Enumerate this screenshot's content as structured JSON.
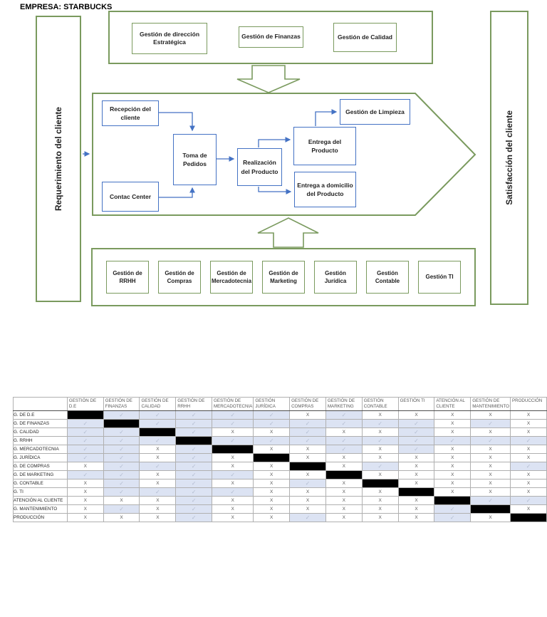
{
  "page": {
    "title": "EMPRESA: STARBUCKS"
  },
  "colors": {
    "shape_green": "#7a9a5e",
    "shape_blue": "#4472c4",
    "matrix_check_fill": "#dce3f3",
    "matrix_check_glyph": "#b4bdd1",
    "matrix_x_glyph": "#595959",
    "matrix_diagonal": "#000000"
  },
  "diagram": {
    "left_bar": "Requerimiento del cliente",
    "right_bar": "Satisfacción del cliente",
    "strategic": [
      "Gestión de dirección Estratégica",
      "Gestión de Finanzas",
      "Gestión de Calidad"
    ],
    "core": {
      "reception": "Recepción del cliente",
      "contact": "Contac Center",
      "orders": "Toma de Pedidos",
      "realization": "Realización del Producto",
      "cleaning": "Gestión de Limpieza",
      "delivery": "Entrega del Producto",
      "home_delivery": "Entrega a domicilio del Producto"
    },
    "support": [
      "Gestión de RRHH",
      "Gestión de Compras",
      "Gestión de Mercadotecnia",
      "Gestión de Marketing",
      "Gestión Jurídica",
      "Gestión Contable",
      "Gestión TI"
    ]
  },
  "matrix": {
    "corner": "",
    "check_glyph": "✓",
    "x_glyph": "X",
    "columns": [
      "GESTIÓN DE D.E",
      "GESTIÓN DE FINANZAS",
      "GESTIÓN DE CALIDAD",
      "GESTIÓN DE RRHH",
      "GESTIÓN DE MERCADOTECNIA",
      "GESTIÓN JURÍDICA",
      "GESTIÓN DE COMPRAS",
      "GESTIÓN DE MARKETING",
      "GESTIÓN CONTABLE",
      "GESTIÓN TI",
      "ATENCIÓN AL CLIENTE",
      "GESTIÓN DE MANTENIMIENTO",
      "PRODUCCIÓN"
    ],
    "rows": [
      "G. DE D.E",
      "G. DE FINANZAS",
      "G. CALIDAD",
      "G. RRHH",
      "G. MERCADOTECNIA",
      "G. JURÍDICA",
      "G. DE COMPRAS",
      "G. DE MARKETING",
      "G. CONTABLE",
      "G. TI",
      "ATENCIÓN AL CLIENTE",
      "G. MANTENIMIENTO",
      "PRODUCCIÓN"
    ],
    "cells": [
      [
        "B",
        "C",
        "C",
        "C",
        "C",
        "C",
        "X",
        "C",
        "X",
        "X",
        "X",
        "X",
        "X"
      ],
      [
        "C",
        "B",
        "C",
        "C",
        "C",
        "C",
        "C",
        "C",
        "C",
        "C",
        "X",
        "C",
        "X"
      ],
      [
        "C",
        "C",
        "B",
        "C",
        "X",
        "X",
        "C",
        "X",
        "X",
        "C",
        "X",
        "X",
        "X"
      ],
      [
        "C",
        "C",
        "C",
        "B",
        "C",
        "C",
        "C",
        "C",
        "C",
        "C",
        "C",
        "C",
        "C"
      ],
      [
        "C",
        "C",
        "X",
        "C",
        "B",
        "X",
        "X",
        "C",
        "X",
        "C",
        "X",
        "X",
        "X"
      ],
      [
        "C",
        "C",
        "X",
        "C",
        "X",
        "B",
        "X",
        "X",
        "X",
        "X",
        "X",
        "X",
        "X"
      ],
      [
        "X",
        "C",
        "C",
        "C",
        "X",
        "X",
        "B",
        "X",
        "C",
        "X",
        "X",
        "X",
        "C"
      ],
      [
        "C",
        "C",
        "X",
        "C",
        "C",
        "X",
        "X",
        "B",
        "X",
        "X",
        "X",
        "X",
        "X"
      ],
      [
        "X",
        "C",
        "X",
        "C",
        "X",
        "X",
        "C",
        "X",
        "B",
        "X",
        "X",
        "X",
        "X"
      ],
      [
        "X",
        "C",
        "C",
        "C",
        "C",
        "X",
        "X",
        "X",
        "X",
        "B",
        "X",
        "X",
        "X"
      ],
      [
        "X",
        "X",
        "X",
        "C",
        "X",
        "X",
        "X",
        "X",
        "X",
        "X",
        "B",
        "C",
        "C"
      ],
      [
        "X",
        "C",
        "X",
        "C",
        "X",
        "X",
        "X",
        "X",
        "X",
        "X",
        "C",
        "B",
        "X"
      ],
      [
        "X",
        "X",
        "X",
        "C",
        "X",
        "X",
        "C",
        "X",
        "X",
        "X",
        "C",
        "X",
        "B"
      ]
    ]
  }
}
